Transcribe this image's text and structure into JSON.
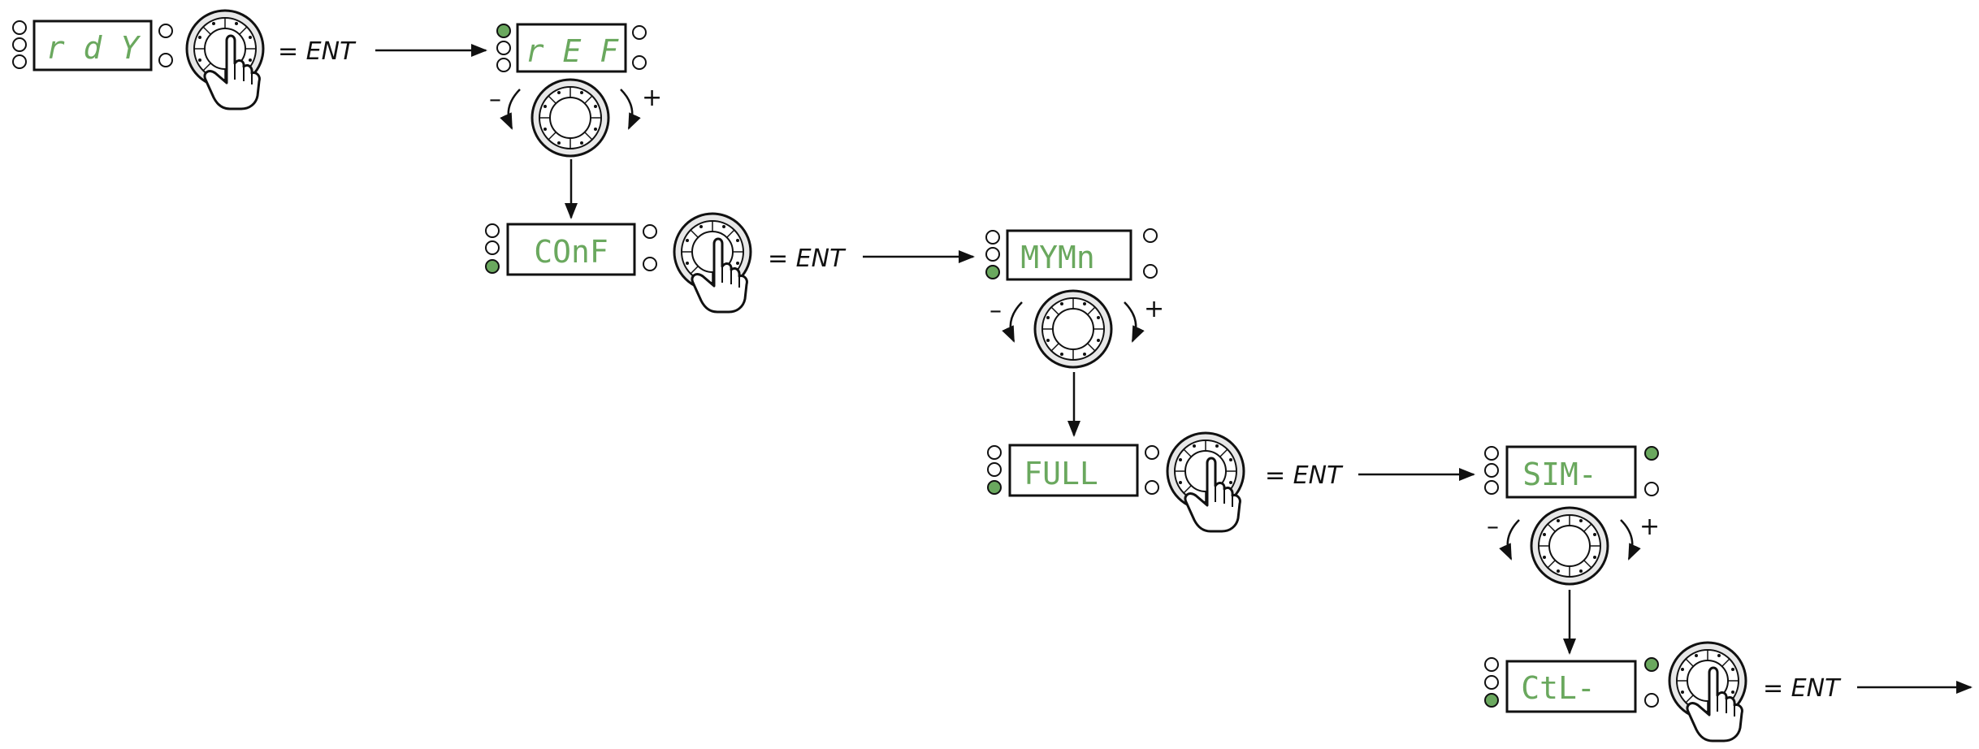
{
  "colors": {
    "led_on": "#6aa85e",
    "display_text": "#6aa85e",
    "line": "#111111"
  },
  "icons": {
    "jog_dial": "jog-dial-icon",
    "press": "hand-press-icon",
    "led": "led-icon"
  },
  "labels": {
    "minus": "–",
    "plus": "+"
  },
  "steps": [
    {
      "display": "r d Y",
      "leds_left": [
        "off",
        "off",
        "off"
      ],
      "leds_right": [
        "off",
        "off"
      ],
      "action": "= ENT"
    },
    {
      "display": "r E F",
      "leds_left": [
        "on",
        "off",
        "off"
      ],
      "leds_right": [
        "off",
        "off"
      ],
      "action": ""
    },
    {
      "display": "COnF",
      "leds_left": [
        "off",
        "off",
        "on"
      ],
      "leds_right": [
        "off",
        "off"
      ],
      "action": "= ENT"
    },
    {
      "display": "MYMn",
      "leds_left": [
        "off",
        "off",
        "on"
      ],
      "leds_right": [
        "off",
        "off"
      ],
      "action": ""
    },
    {
      "display": "FULL",
      "leds_left": [
        "off",
        "off",
        "on"
      ],
      "leds_right": [
        "off",
        "off"
      ],
      "action": "= ENT"
    },
    {
      "display": "SIM-",
      "leds_left": [
        "off",
        "off",
        "off"
      ],
      "leds_right": [
        "on",
        "off"
      ],
      "action": ""
    },
    {
      "display": "CtL-",
      "leds_left": [
        "off",
        "off",
        "on"
      ],
      "leds_right": [
        "on",
        "off"
      ],
      "action": "= ENT"
    }
  ]
}
